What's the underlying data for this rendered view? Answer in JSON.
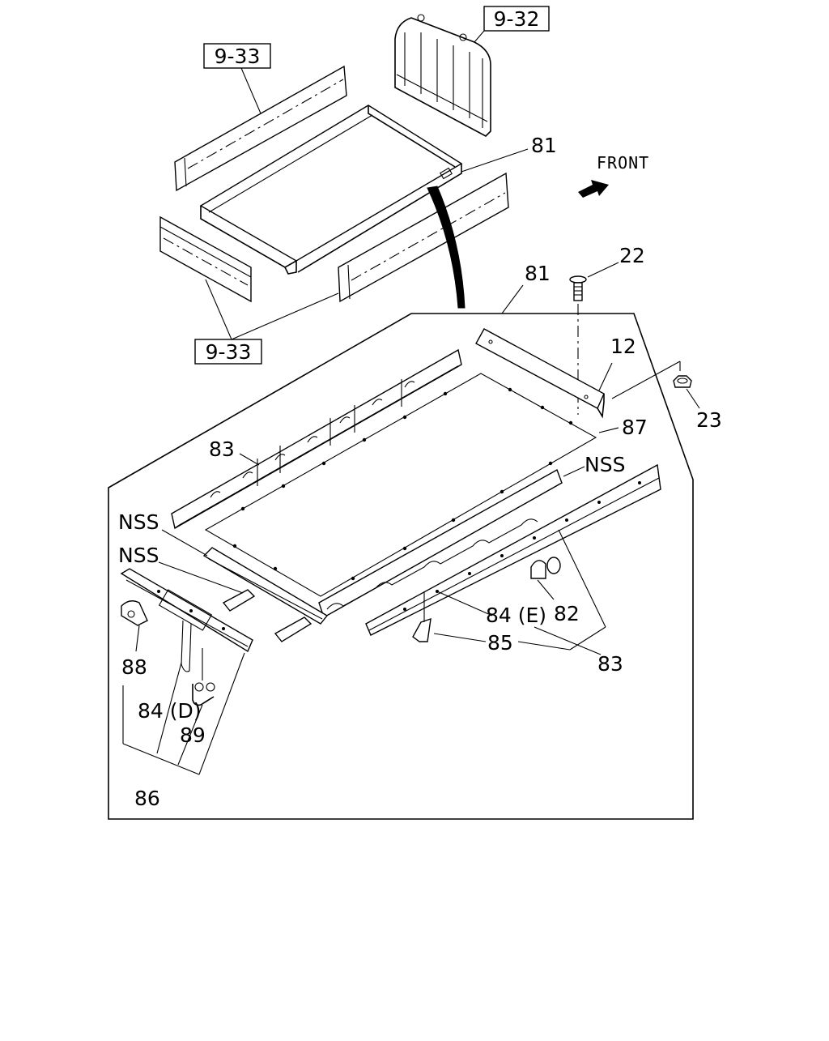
{
  "diagram": {
    "direction_label": "FRONT",
    "refs": {
      "ref_9_33_top": "9-33",
      "ref_9_32": "9-32",
      "ref_9_33_bottom": "9-33"
    },
    "labels": {
      "p81_top": "81",
      "p81_frame": "81",
      "p22": "22",
      "p12": "12",
      "p23": "23",
      "p87": "87",
      "p83_left": "83",
      "nss_right": "NSS",
      "nss_left_1": "NSS",
      "nss_left_2": "NSS",
      "p82": "82",
      "p84e": "84 (E)",
      "p85": "85",
      "p83_right": "83",
      "p88": "88",
      "p84d": "84 (D)",
      "p89": "89",
      "p86": "86"
    }
  }
}
